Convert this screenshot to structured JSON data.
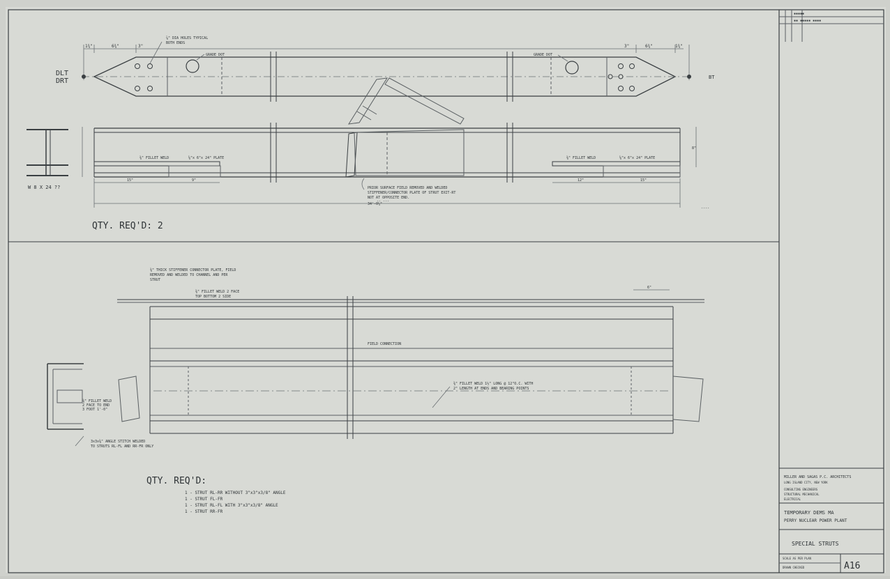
{
  "sheet": {
    "upper_view": {
      "left_labels": [
        "DLT",
        "DRT"
      ],
      "right_label": "BT",
      "section_label": "W 8 X 24 ??",
      "qty_label": "QTY. REQ'D: 2"
    },
    "lower_view": {
      "qty_label": "QTY. REQ'D:",
      "schedule": [
        "1 - STRUT RL-RR WITHOUT 3\"x3\"x3/8\" ANGLE",
        "1 - STRUT FL-FR",
        "1 - STRUT RL-FL WITH 3\"x3\"x3/8\" ANGLE",
        "1 - STRUT RR-FR"
      ]
    }
  },
  "title_block": {
    "firm": "MILLER AND SAGAS P.C. ARCHITECTS",
    "project_name": "TEMPORARY DEMS MA",
    "project_subtitle": "PERRY NUCLEAR POWER PLANT",
    "drawing_title": "SPECIAL STRUTS",
    "sheet_number": "A16"
  }
}
